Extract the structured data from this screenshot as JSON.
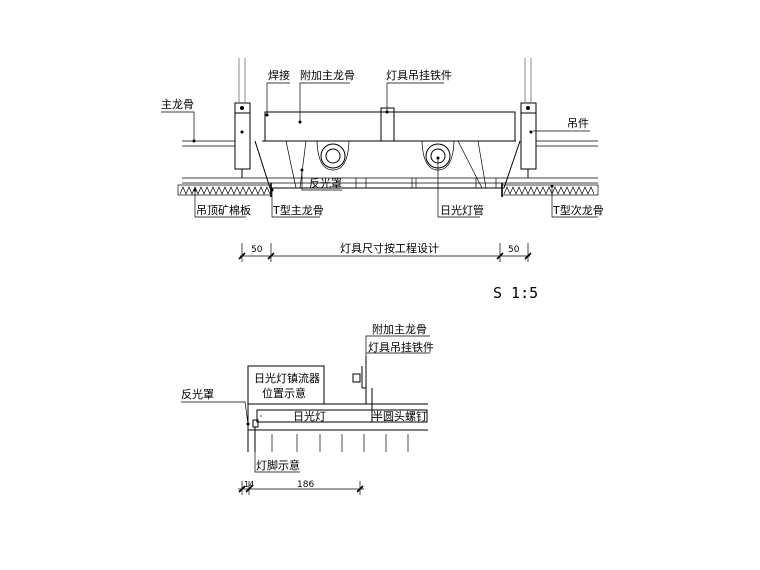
{
  "top_section": {
    "labels": {
      "weld": "焊接",
      "extra_main_keel": "附加主龙骨",
      "lamp_hanger_iron": "灯具吊挂铁件",
      "main_keel": "主龙骨",
      "hanger": "吊件",
      "reflector": "反光罩",
      "ceiling_board": "吊顶矿棉板",
      "t_main_keel": "T型主龙骨",
      "fluorescent_tube": "日光灯管",
      "t_cross_keel": "T型次龙骨"
    },
    "dimensions": {
      "left": "50",
      "center": "灯具尺寸按工程设计",
      "right": "50"
    }
  },
  "scale": "S 1:5",
  "bottom_section": {
    "labels": {
      "extra_main_keel": "附加主龙骨",
      "lamp_hanger_iron": "灯具吊挂铁件",
      "ballast_line1": "日光灯镇流器",
      "ballast_line2": "位置示意",
      "reflector": "反光罩",
      "fluorescent_lamp": "日光灯",
      "round_head_screw": "半圆头螺钉",
      "lamp_pin": "灯脚示意"
    },
    "dimensions": {
      "left": "14",
      "main": "186"
    }
  }
}
